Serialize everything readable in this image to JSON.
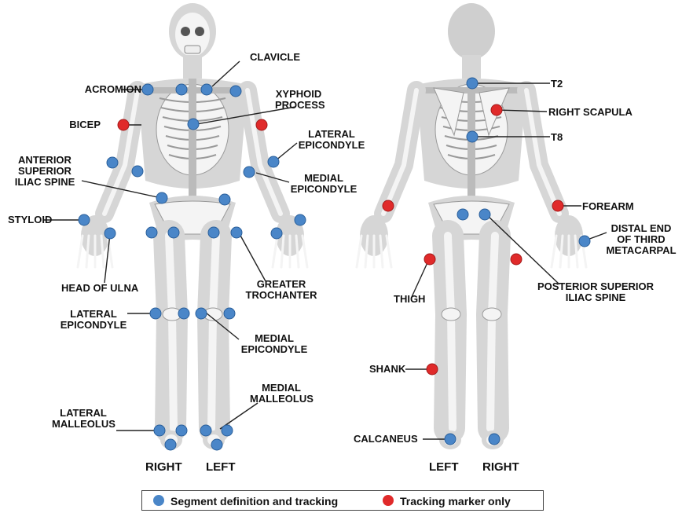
{
  "colors": {
    "segment_marker": "#4a86c8",
    "tracking_marker": "#e02a2a",
    "body": "#d6d6d6",
    "bone": "#f4f4f4",
    "leader": "#222222"
  },
  "front": {
    "labels": {
      "acromion": "ACROMION",
      "clavicle": "CLAVICLE",
      "xyphoid": "XYPHOID\nPROCESS",
      "bicep": "BICEP",
      "lateral_epicondyle_arm": "LATERAL\nEPICONDYLE",
      "asis": "ANTERIOR\nSUPERIOR\nILIAC SPINE",
      "medial_epicondyle_arm": "MEDIAL\nEPICONDYLE",
      "styloid": "STYLOID",
      "head_of_ulna": "HEAD OF ULNA",
      "greater_trochanter": "GREATER\nTROCHANTER",
      "lateral_epicondyle_leg": "LATERAL\nEPICONDYLE",
      "medial_epicondyle_leg": "MEDIAL\nEPICONDYLE",
      "medial_malleolus": "MEDIAL\nMALLEOLUS",
      "lateral_malleolus": "LATERAL\nMALLEOLUS"
    },
    "side_labels": {
      "right": "RIGHT",
      "left": "LEFT"
    }
  },
  "back": {
    "labels": {
      "t2": "T2",
      "right_scapula": "RIGHT SCAPULA",
      "t8": "T8",
      "forearm": "FOREARM",
      "distal_third_metacarpal": "DISTAL END\nOF THIRD\nMETACARPAL",
      "psis": "POSTERIOR SUPERIOR\nILIAC SPINE",
      "thigh": "THIGH",
      "shank": "SHANK",
      "calcaneus": "CALCANEUS"
    },
    "side_labels": {
      "left": "LEFT",
      "right": "RIGHT"
    }
  },
  "legend": {
    "segment": "Segment definition and tracking",
    "tracking": "Tracking marker only"
  }
}
